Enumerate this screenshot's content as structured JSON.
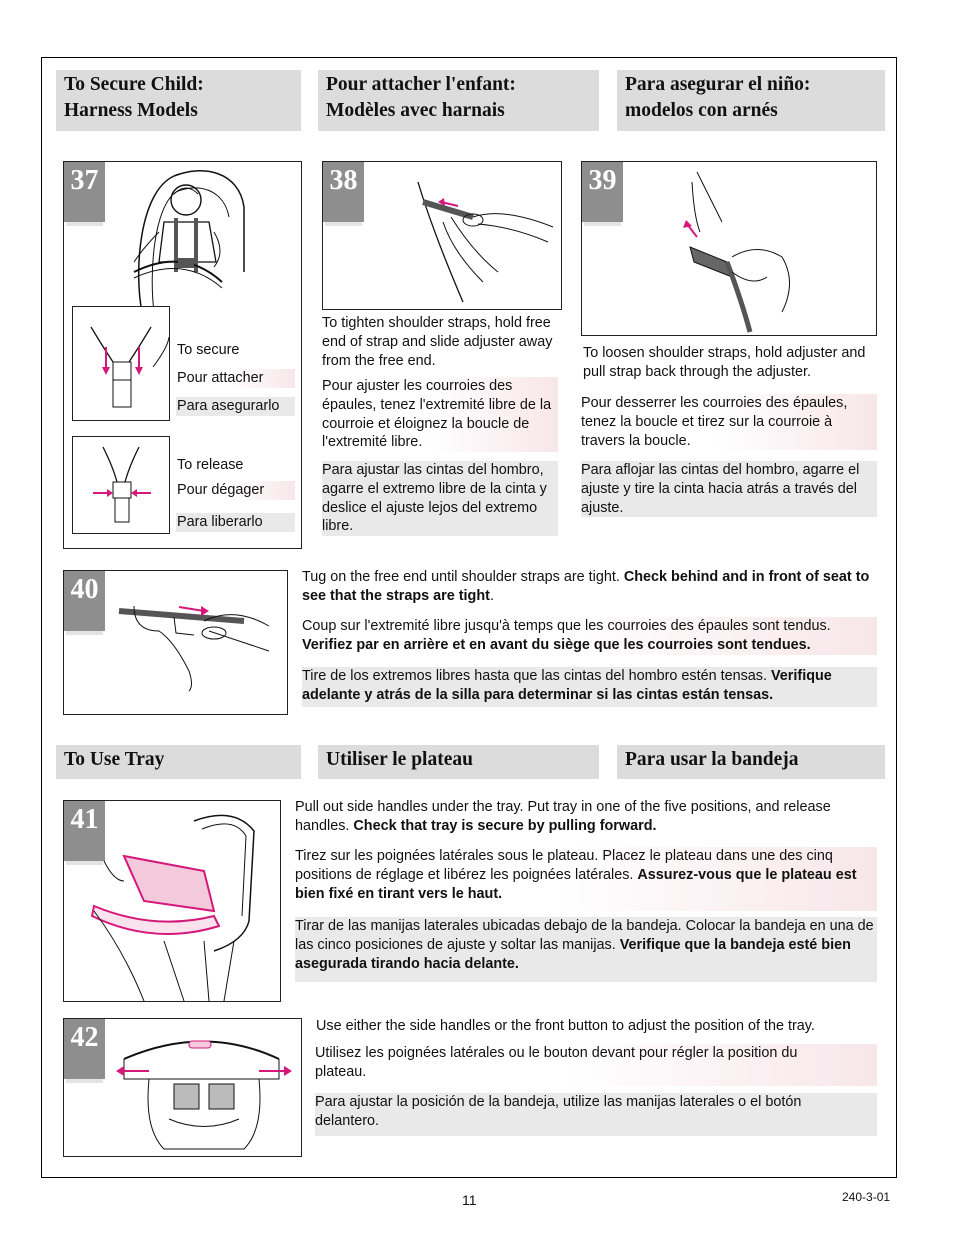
{
  "headers": {
    "secure_en": "To Secure Child:\nHarness Models",
    "secure_fr": "Pour attacher l'enfant:\nModèles avec harnais",
    "secure_es": "Para asegurar el niño:\nmodelos con arnés",
    "tray_en": "To Use Tray",
    "tray_fr": "Utiliser le plateau",
    "tray_es": "Para usar la bandeja"
  },
  "steps": {
    "s37": "37",
    "s38": "38",
    "s39": "39",
    "s40": "40",
    "s41": "41",
    "s42": "42"
  },
  "step37": {
    "secure_en": "To secure",
    "secure_fr": "Pour attacher",
    "secure_es": "Para asegurarlo",
    "release_en": "To release",
    "release_fr": "Pour dégager",
    "release_es": "Para liberarlo"
  },
  "step38": {
    "en": "To tighten shoulder straps, hold free end of strap and slide adjuster away from the free end.",
    "fr": "Pour ajuster les courroies des épaules, tenez l'extremité libre de la courroie et éloignez la boucle de l'extremité libre.",
    "es": "Para ajustar las cintas del hombro, agarre el extremo libre de la cinta y deslice el ajuste lejos del extremo libre."
  },
  "step39": {
    "en": "To loosen shoulder straps, hold adjuster and pull strap back through the adjuster.",
    "fr": "Pour desserrer les courroies des épaules, tenez la boucle et tirez sur la courroie à travers la boucle.",
    "es": "Para aflojar las cintas del hombro, agarre el ajuste y tire la cinta hacia atrás a través del ajuste."
  },
  "step40": {
    "en": "Tug on the free end until shoulder straps are tight. ",
    "en_bold": "Check behind and in front of seat to see that the straps are tight",
    "en_end": ".",
    "fr": "Coup sur l'extremité libre jusqu'à temps que les courroies des épaules sont tendus. ",
    "fr_bold": "Verifiez par en arrière et en avant du siège que les courroies sont tendues.",
    "es": "Tire de los extremos libres hasta que las cintas del hombro estén tensas. ",
    "es_bold": "Verifique adelante y atrás de la silla para determinar si las cintas están tensas."
  },
  "step41": {
    "en": "Pull out side handles under the tray. Put tray in one of the five positions, and release handles. ",
    "en_bold": "Check that tray is secure by pulling forward.",
    "fr": "Tirez sur les poignées latérales sous le plateau. Placez le plateau dans une des cinq positions de réglage et libérez les poignées latérales. ",
    "fr_bold": "Assurez-vous que le plateau est bien fixé en tirant vers le haut.",
    "es": "Tirar de las manijas laterales ubicadas debajo de la bandeja. Colocar la bandeja en una de las cinco posiciones de ajuste y soltar las manijas. ",
    "es_bold": "Verifique que la bandeja esté bien asegurada tirando hacia delante."
  },
  "step42": {
    "en": "Use either the side handles or the front button to adjust the position of the tray.",
    "fr": "Utilisez les poignées latérales ou le bouton devant pour régler la position du plateau.",
    "es": "Para ajustar la posición de la bandeja, utilize las manijas laterales o el botón delantero."
  },
  "footer": {
    "page": "11",
    "code": "240-3-01"
  },
  "colors": {
    "header_bg": "#dcdcdc",
    "step_badge": "#8e8e8e",
    "arrow_magenta": "#d6187a",
    "spanish_bg": "#e9e9e9"
  },
  "icons": [
    "arrow-magenta",
    "hand-illustration",
    "car-seat-illustration",
    "tray-illustration"
  ]
}
